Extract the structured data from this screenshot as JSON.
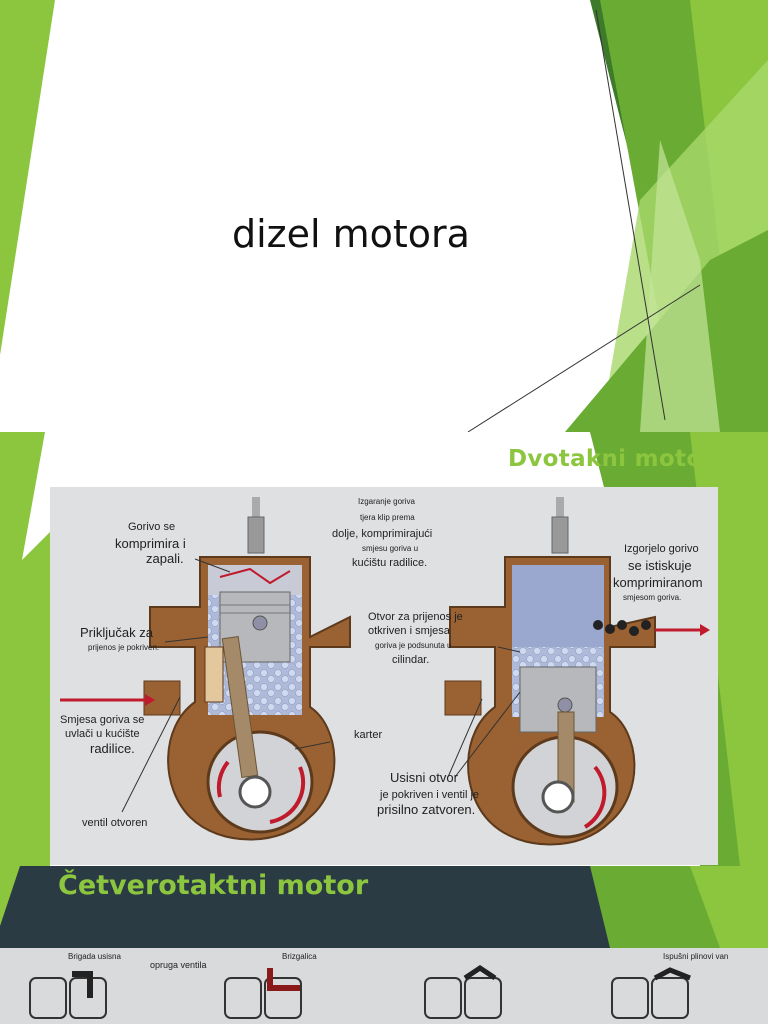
{
  "slide1": {
    "title": "dizel motora"
  },
  "slide2": {
    "title": "Dvotakni motori",
    "labels": {
      "gorivo_se": "Gorivo se",
      "komprimira": "komprimira i",
      "zapali": "zapali.",
      "prikljucak": "Priključak za",
      "prikljucak_sub": "prijenos je pokriven.",
      "smjesa": "Smjesa goriva se",
      "uvlaci": "uvlači u kućište",
      "radilice": "radilice.",
      "ventil": "ventil otvoren",
      "izgaranje1": "Izgaranje goriva",
      "izgaranje2": "tjera klip prema",
      "izgaranje3": "dolje, komprimirajući",
      "izgaranje4": "smjesu goriva u",
      "izgaranje5": "kućištu radilice.",
      "otvor1": "Otvor za prijenos je",
      "otvor2": "otkriven i smjesa",
      "otvor3": "goriva je podsunuta u",
      "otvor4": "cilindar.",
      "karter": "karter",
      "usisni1": "Usisni otvor",
      "usisni2": "je pokriven i ventil je",
      "usisni3": "prisilno zatvoren.",
      "izgorjelo1": "Izgorjelo gorivo",
      "izgorjelo2": "se istiskuje",
      "izgorjelo3": "komprimiranom",
      "izgorjelo4": "smjesom goriva."
    }
  },
  "slide3": {
    "title": "Četverotaktni motor",
    "labels": [
      "Brigada usisna",
      "opruga ventila",
      "Brizgalica",
      "Ispušni plinovi van"
    ]
  },
  "colors": {
    "accent": "#8cc63f",
    "dark_band": "#2a3b44",
    "engine": "#8a5a33",
    "arrow": "#b0182a"
  }
}
